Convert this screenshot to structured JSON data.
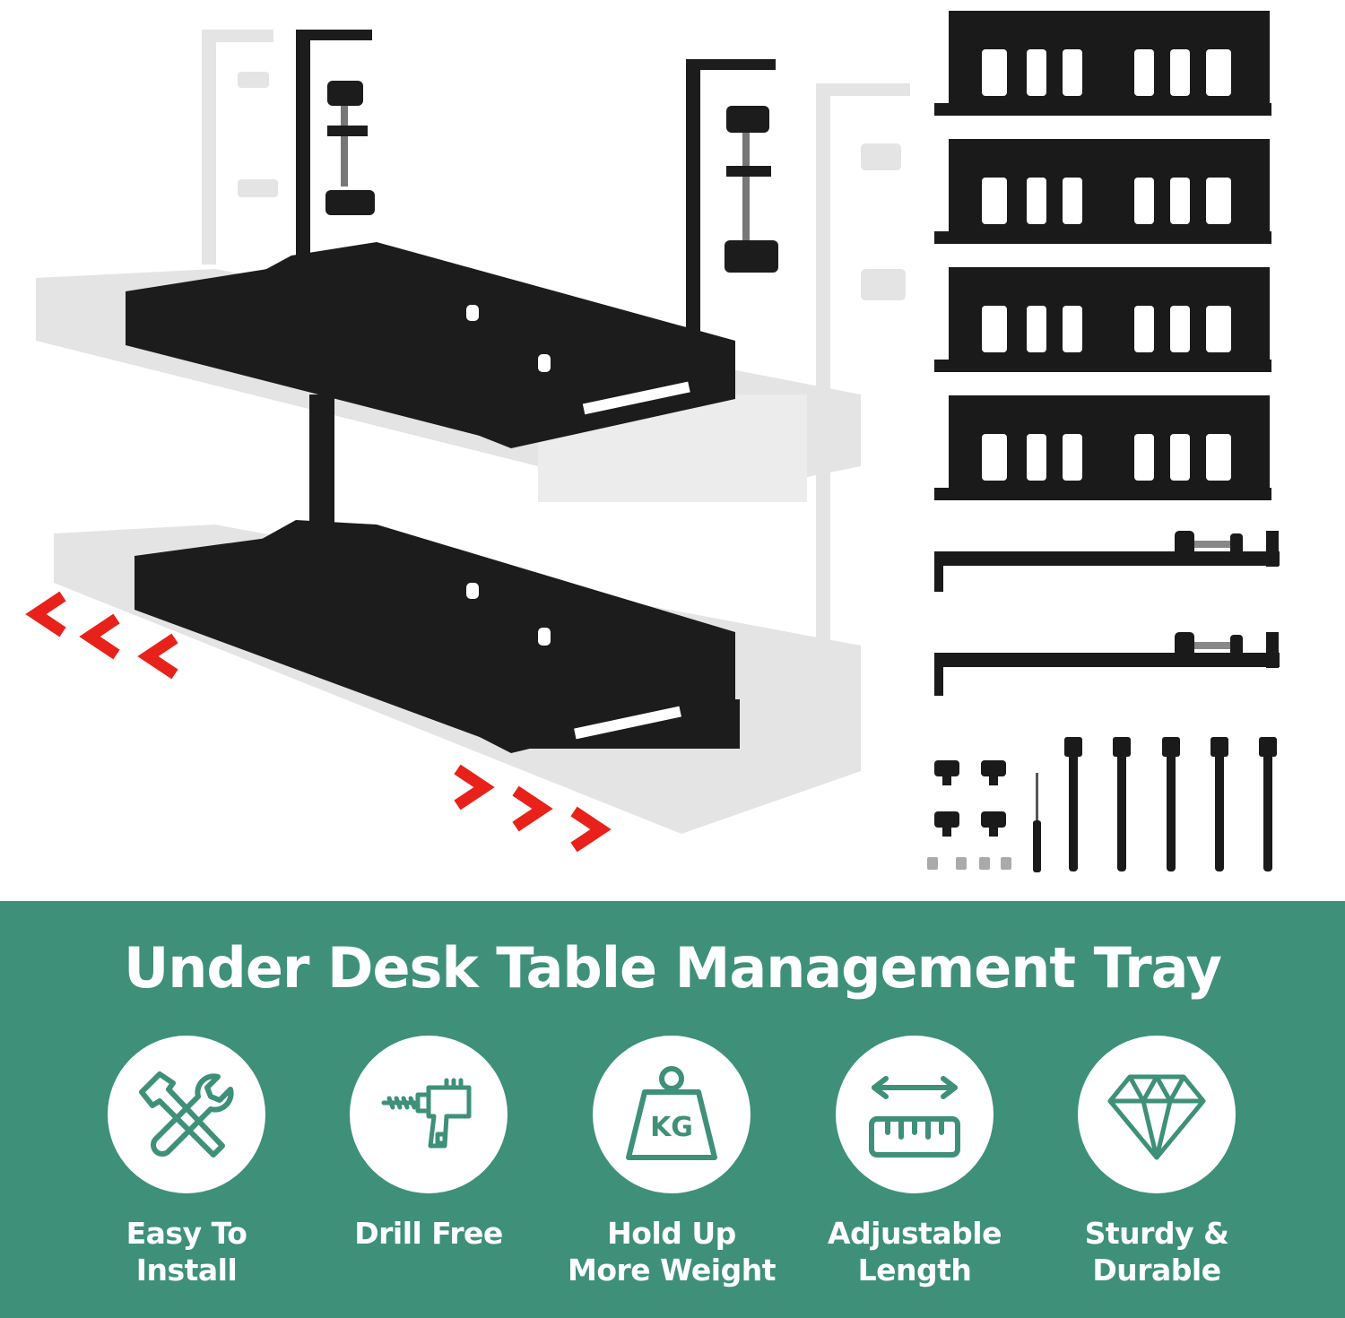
{
  "banner": {
    "title": "Under Desk Table Management Tray",
    "accent_color": "#3e9079",
    "icon_color": "#3e9079"
  },
  "features": [
    {
      "icon": "tools-icon",
      "line1": "Easy To",
      "line2": "Install"
    },
    {
      "icon": "drill-icon",
      "line1": "Drill Free",
      "line2": ""
    },
    {
      "icon": "weight-icon",
      "icon_text": "KG",
      "line1": "Hold Up",
      "line2": "More Weight"
    },
    {
      "icon": "ruler-icon",
      "line1": "Adjustable",
      "line2": "Length"
    },
    {
      "icon": "diamond-icon",
      "line1": "Sturdy &",
      "line2": "Durable"
    }
  ],
  "product": {
    "tray_color": "#1a1a1a",
    "ghost_color": "#e3e3e3",
    "arrow_color": "#e8221a"
  }
}
